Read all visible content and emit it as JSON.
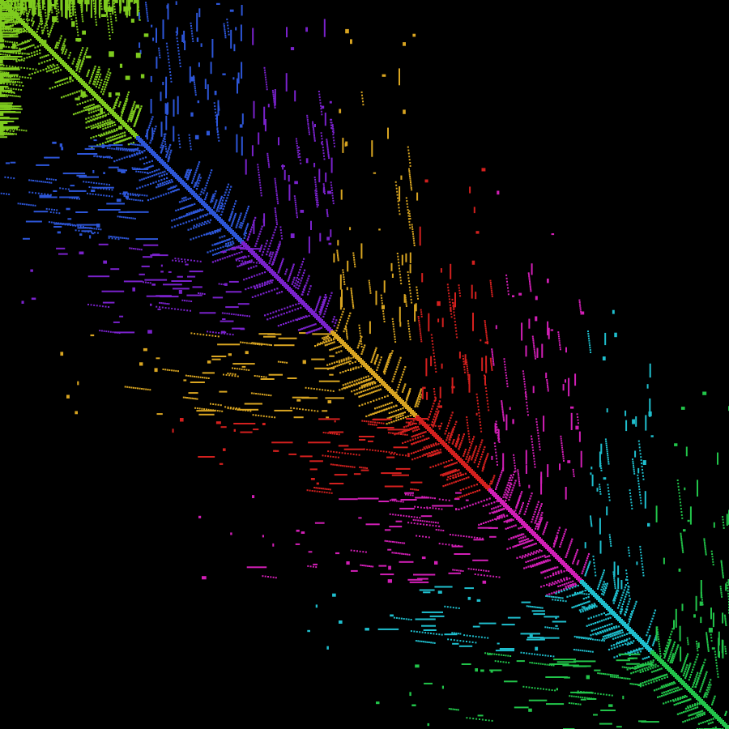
{
  "figure": {
    "kind": "sparse-matrix-pattern",
    "background": "#000000",
    "blocks": [
      {
        "name": "block-1",
        "color": "#7ecb1e"
      },
      {
        "name": "block-2",
        "color": "#2d56d8"
      },
      {
        "name": "block-3",
        "color": "#7a22cc"
      },
      {
        "name": "block-4",
        "color": "#d9a521"
      },
      {
        "name": "block-5",
        "color": "#d4201e"
      },
      {
        "name": "block-6",
        "color": "#d21fb6"
      },
      {
        "name": "block-7",
        "color": "#1fbfce"
      },
      {
        "name": "block-8",
        "color": "#22c54a"
      }
    ]
  }
}
